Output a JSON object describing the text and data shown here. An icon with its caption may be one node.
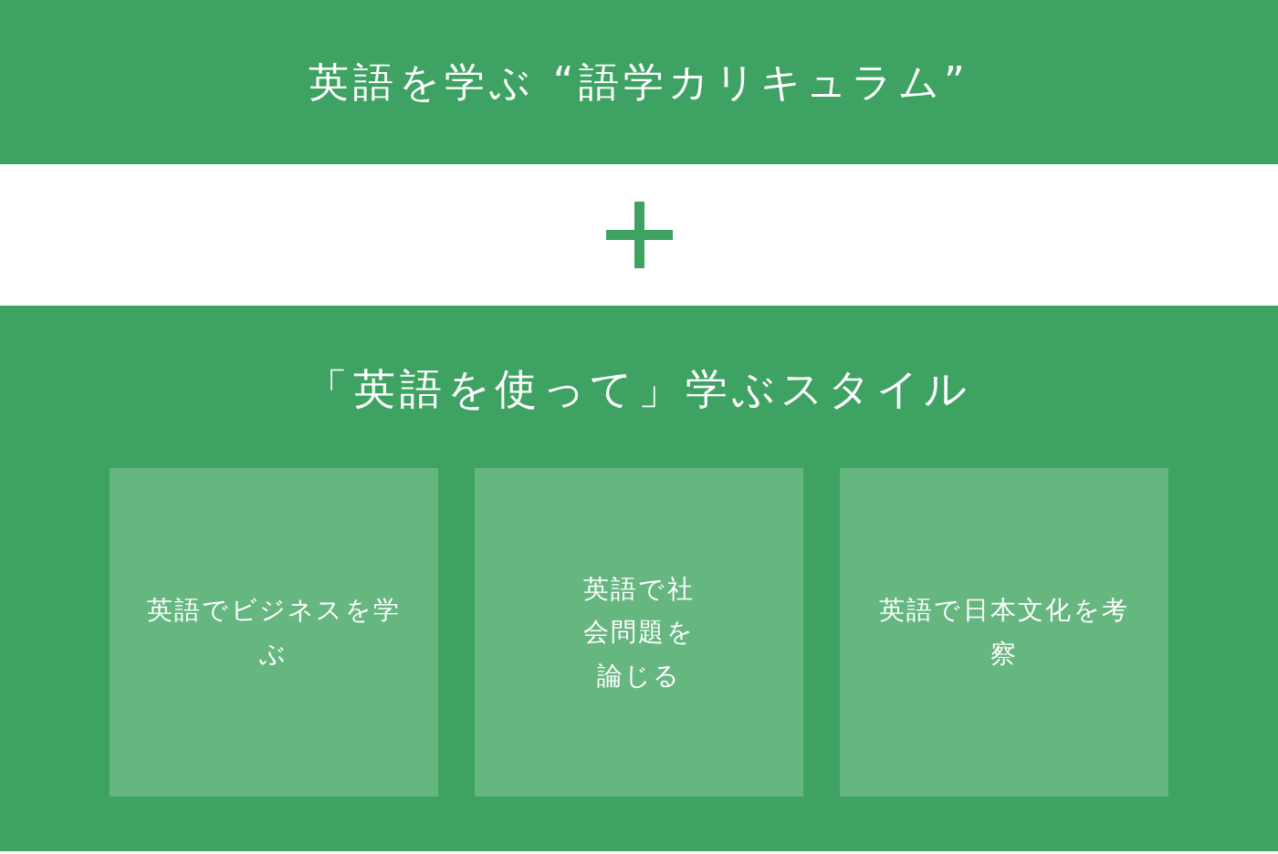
{
  "diagram": {
    "nodes": [
      {
        "text": [
          "英語を学ぶ “語学カリキュラム”"
        ]
      },
      {
        "text": [
          "「英語を使って」学ぶスタイル"
        ]
      },
      {
        "text": [
          "英語でビジネスを学ぶ"
        ],
        "in": 1
      },
      {
        "text": [
          "英語で社会問題を論じる"
        ],
        "in": 1
      },
      {
        "text": [
          "英語で日本文化を考察"
        ],
        "in": 1
      }
    ]
  }
}
